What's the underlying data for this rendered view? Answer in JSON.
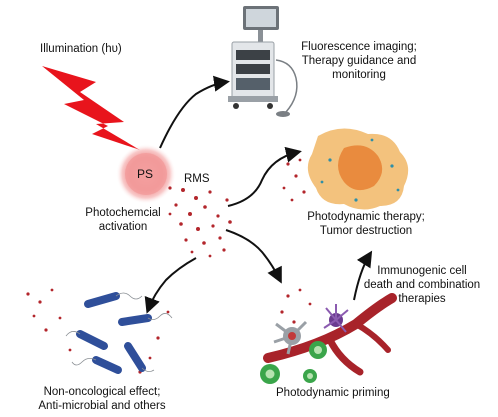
{
  "labels": {
    "illumination": "Illumination (hυ)",
    "ps": "PS",
    "rms": "RMS",
    "photochemical_line1": "Photochemcial",
    "photochemical_line2": "activation",
    "fluorescence_line1": "Fluorescence imaging;",
    "fluorescence_line2": "Therapy guidance and",
    "fluorescence_line3": "monitoring",
    "pdt_line1": "Photodynamic therapy;",
    "pdt_line2": "Tumor destruction",
    "immuno_line1": "Immunogenic cell",
    "immuno_line2": "death and combination",
    "immuno_line3": "therapies",
    "nononco_line1": "Non-oncological effect;",
    "nononco_line2": "Anti-microbial  and others",
    "priming": "Photodynamic priming"
  },
  "colors": {
    "lightning": "#e8141c",
    "ps_glow": "#f28b8b",
    "ps_core": "#f6a6a6",
    "dots": "#b3262c",
    "arrow": "#111111",
    "tumor": "#f3c27d",
    "tumor_core": "#e98b3e",
    "bacteria": "#2f4f9a",
    "vessel": "#a8232a",
    "cell_green": "#3aa54a",
    "cell_purple": "#6a3a8f"
  },
  "icons": {
    "lightning": "lightning-bolt-icon",
    "imaging_device": "medical-imaging-cart-icon",
    "tumor": "tumor-cell-icon",
    "bacteria": "bacteria-icon",
    "immune_cells": "immune-cells-icon"
  }
}
